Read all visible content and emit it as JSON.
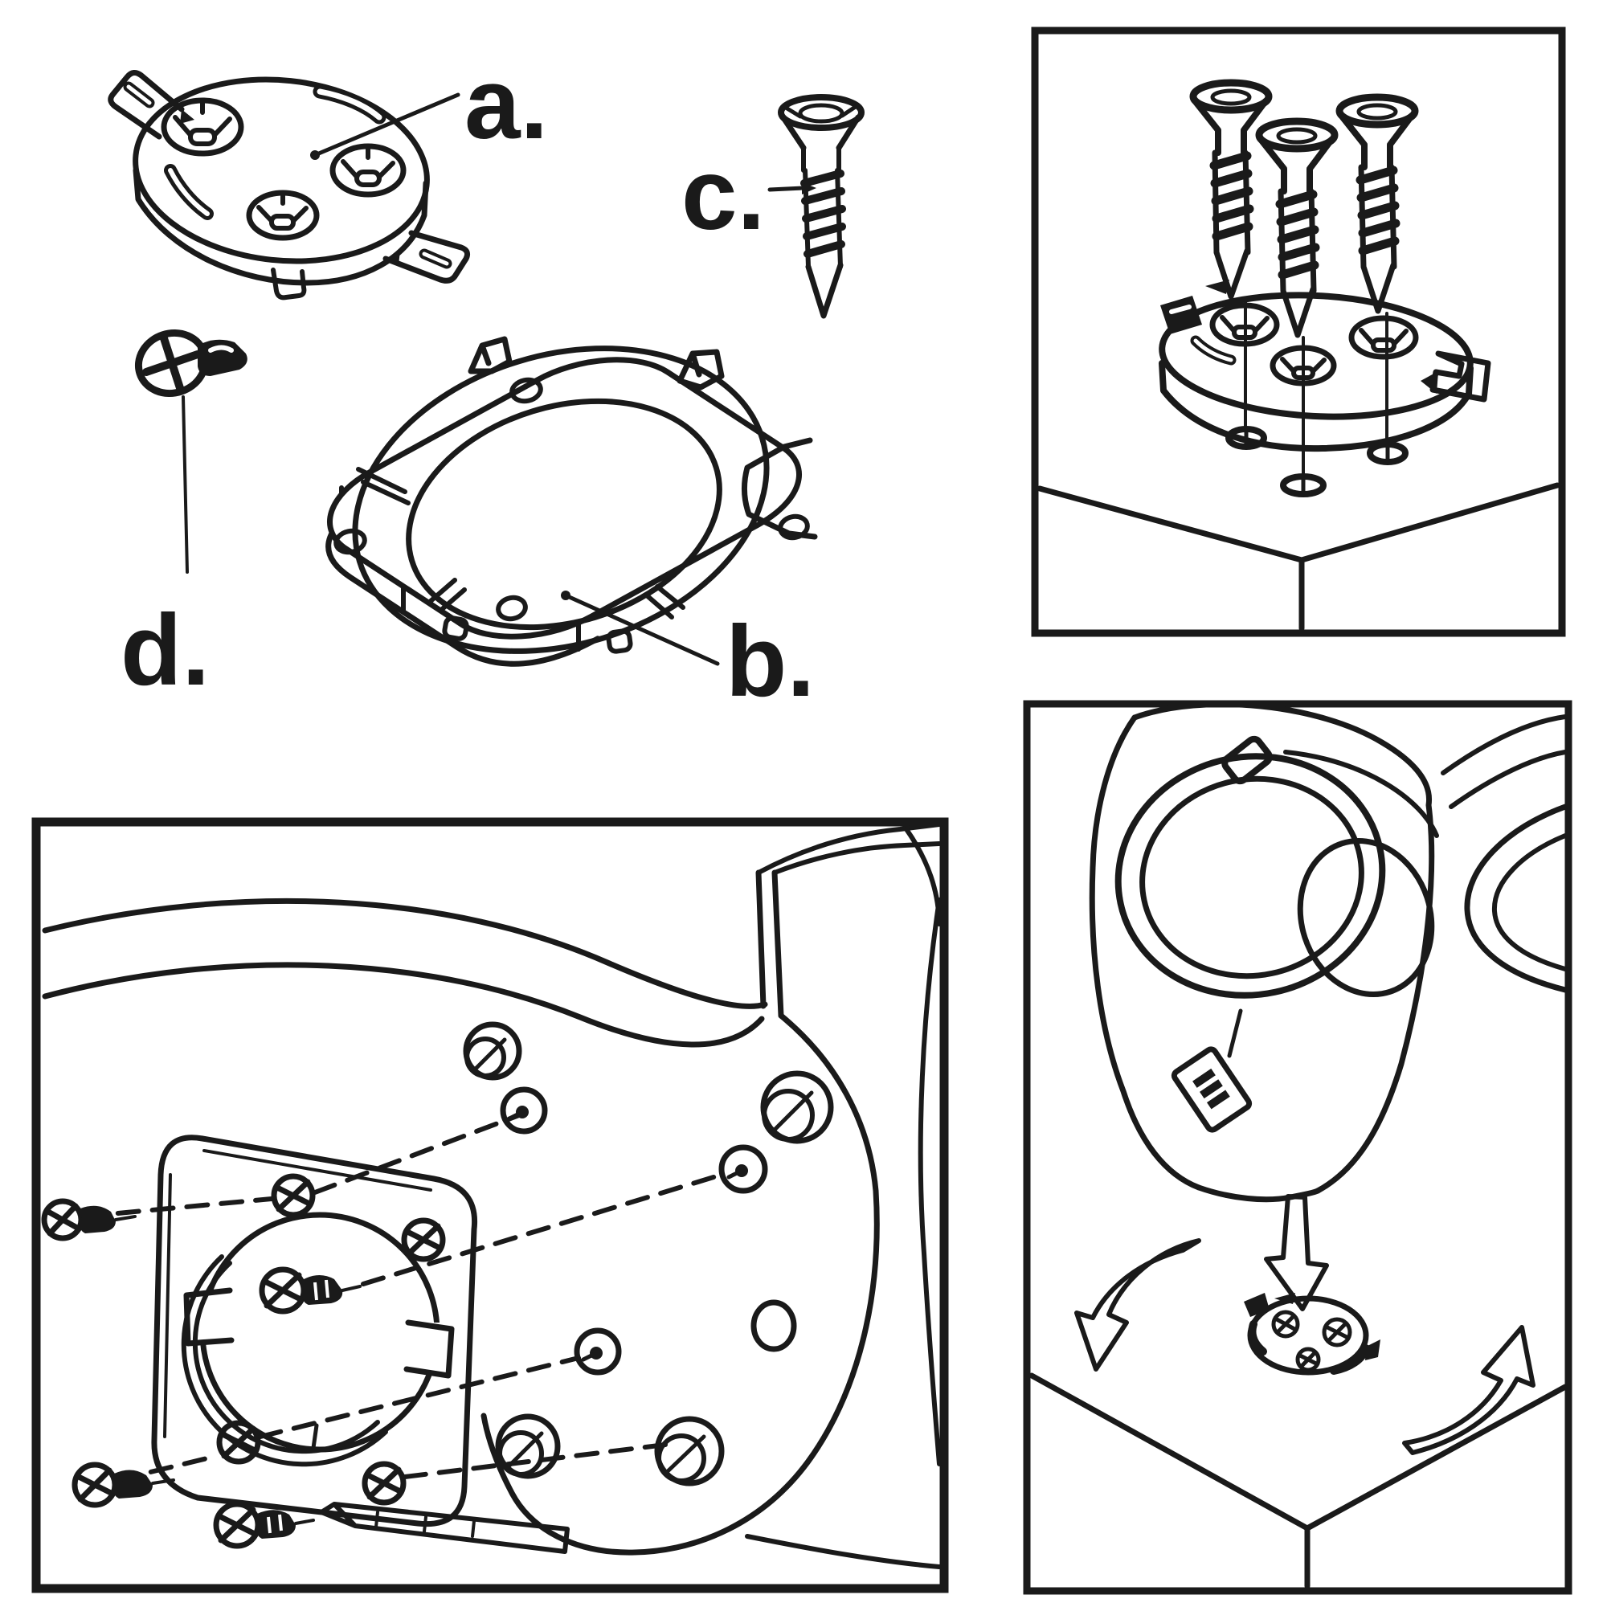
{
  "page": {
    "background": "#ffffff",
    "ink": "#1a1a1a",
    "kind": "assembly-instruction-line-art"
  },
  "parts": {
    "a": {
      "label": "a.",
      "name": "mount-disc"
    },
    "b": {
      "label": "b.",
      "name": "adapter-plate"
    },
    "c": {
      "label": "c.",
      "name": "wood-screw"
    },
    "d": {
      "label": "d.",
      "name": "machine-screw"
    }
  },
  "panels": [
    {
      "id": "step-screw-disc-to-table",
      "icons": [
        "wood-screw-icon",
        "mount-disc-icon",
        "pilot-hole-icon",
        "table-corner-icon"
      ]
    },
    {
      "id": "step-screw-plate-to-scanner-base",
      "icons": [
        "machine-screw-icon",
        "phillips-screw-head-icon",
        "adapter-plate-icon",
        "scanner-base-icon",
        "dashed-alignment-line"
      ]
    },
    {
      "id": "step-set-scanner-on-disc",
      "icons": [
        "scanner-icon",
        "arrow-down-icon",
        "curved-arrow-left-icon",
        "curved-arrow-right-icon",
        "mount-disc-icon",
        "table-corner-icon"
      ]
    }
  ]
}
